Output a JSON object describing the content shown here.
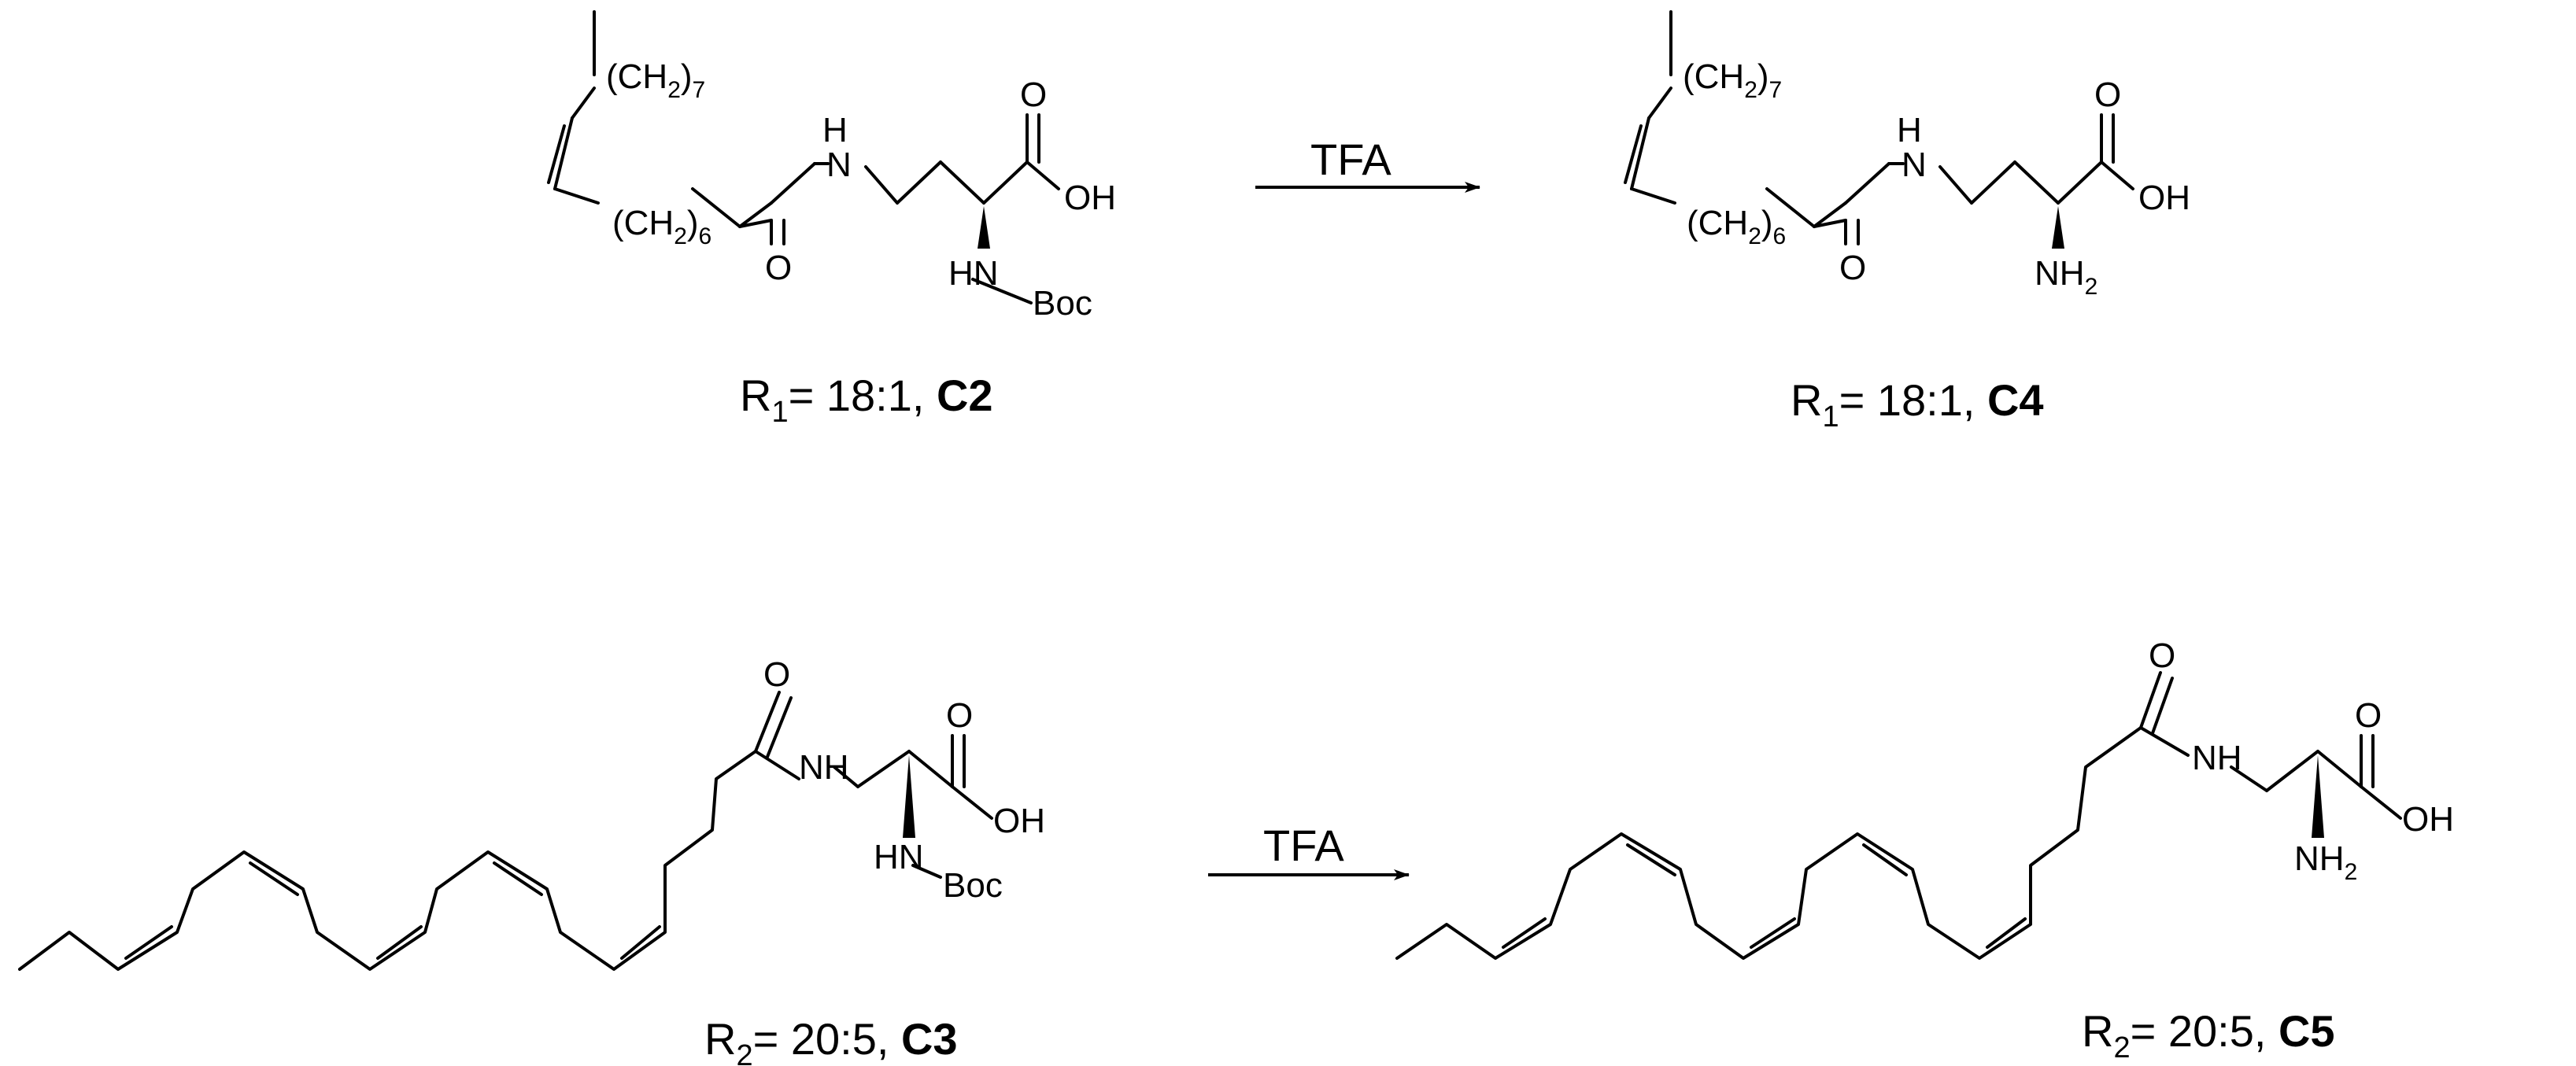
{
  "scheme": {
    "reagent": "TFA",
    "reaction_top": {
      "reagent": "TFA",
      "reactant": {
        "chain_upper_label": "(CH",
        "chain_upper_sub2": "2",
        "chain_upper_close": ")",
        "chain_upper_count": "7",
        "chain_lower_label": "(CH",
        "chain_lower_sub2": "2",
        "chain_lower_close": ")",
        "chain_lower_count": "6",
        "amide_n": "H",
        "amide_n2": "N",
        "carbonyl_o": "O",
        "acid_o": "O",
        "acid_oh": "OH",
        "alpha_n": "HN",
        "protecting_group": "Boc",
        "caption_symbol": "R",
        "caption_sub": "1",
        "caption_rest": "= 18:1, ",
        "caption_id": "C2"
      },
      "product": {
        "chain_upper_label": "(CH",
        "chain_upper_sub2": "2",
        "chain_upper_close": ")",
        "chain_upper_count": "7",
        "chain_lower_label": "(CH",
        "chain_lower_sub2": "2",
        "chain_lower_close": ")",
        "chain_lower_count": "6",
        "amide_n": "H",
        "amide_n2": "N",
        "carbonyl_o": "O",
        "acid_o": "O",
        "acid_oh": "OH",
        "alpha_nh": "NH",
        "alpha_nh_sub": "2",
        "caption_symbol": "R",
        "caption_sub": "1",
        "caption_rest": "= 18:1, ",
        "caption_id": "C4"
      }
    },
    "reaction_bottom": {
      "reagent": "TFA",
      "reactant": {
        "carbonyl_o": "O",
        "amide_nh": "NH",
        "acid_o": "O",
        "acid_oh": "OH",
        "alpha_n": "HN",
        "protecting_group": "Boc",
        "caption_symbol": "R",
        "caption_sub": "2",
        "caption_rest": "= 20:5, ",
        "caption_id": "C3"
      },
      "product": {
        "carbonyl_o": "O",
        "amide_nh": "NH",
        "acid_o": "O",
        "acid_oh": "OH",
        "alpha_nh": "NH",
        "alpha_nh_sub": "2",
        "caption_symbol": "R",
        "caption_sub": "2",
        "caption_rest": "= 20:5, ",
        "caption_id": "C5"
      }
    }
  }
}
